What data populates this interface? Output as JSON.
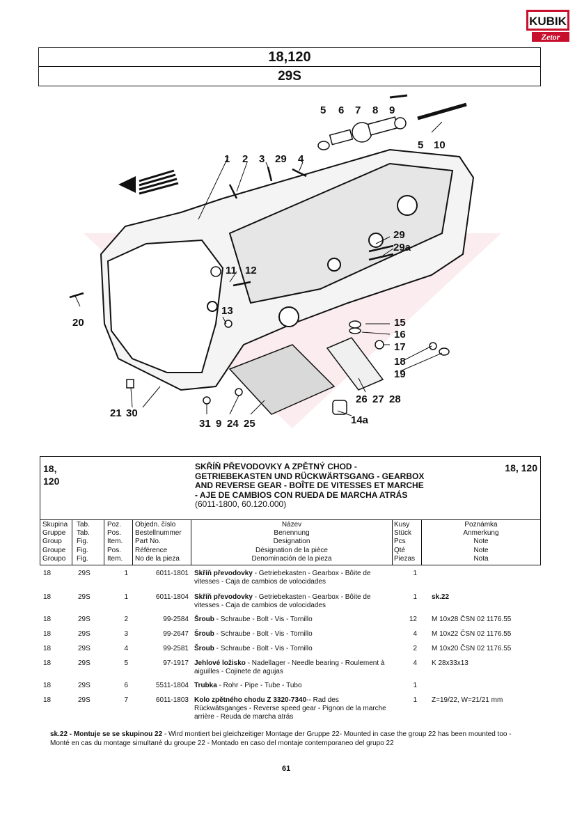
{
  "logo": {
    "top": "KUBIK",
    "bottom": "Zetor"
  },
  "header": {
    "line1": "18,120",
    "line2": "29S"
  },
  "diagram": {
    "callouts": [
      "5",
      "6",
      "7",
      "8",
      "9",
      "5",
      "10",
      "1",
      "2",
      "3",
      "29",
      "4",
      "29",
      "29a",
      "11",
      "12",
      "13",
      "20",
      "15",
      "16",
      "17",
      "18",
      "19",
      "26",
      "27",
      "28",
      "14a",
      "21",
      "30",
      "31",
      "9",
      "24",
      "25"
    ]
  },
  "group": {
    "number": "18,\n120",
    "page_ref": "18, 120"
  },
  "title": {
    "bold": "SKŘÍŇ PŘEVODOVKY A ZPĚTNÝ CHOD - GETRIEBEKASTEN UND RÜCKWÄRTSGANG - GEARBOX AND REVERSE GEAR - BOÎTE DE VITESSES ET MARCHE - AJE DE CAMBIOS CON RUEDA DE MARCHA ATRÁS",
    "normal": " (6011-1800, 60.120.000)"
  },
  "columns": {
    "skupina": [
      "Skupina",
      "Gruppe",
      "Group",
      "Groupe",
      "Groupo"
    ],
    "tab": [
      "Tab.",
      "Tab.",
      "Fig.",
      "Fig.",
      "Fig."
    ],
    "poz": [
      "Poz.",
      "Pos.",
      "Item.",
      "Pos.",
      "Item."
    ],
    "cislo": [
      "Objedn. číslo",
      "Bestellnummer",
      "Part No.",
      "Référence",
      "No de la pieza"
    ],
    "nazev": [
      "Název",
      "Benennung",
      "Designation",
      "Désignation de la pièce",
      "Denominación de la pieza"
    ],
    "kusy": [
      "Kusy",
      "Stück",
      "Pcs",
      "Qté",
      "Piezas"
    ],
    "poznamka": [
      "Poznámka",
      "Anmerkung",
      "Note",
      "Note",
      "Nota"
    ]
  },
  "rows": [
    {
      "sk": "18",
      "tab": "29S",
      "poz": "1",
      "part": "6011-1801",
      "name_b": "Skříň převodovky",
      "name": " - Getriebekasten - Gearbox - Bôite de vitesses - Caja de cambios de volocidades",
      "qty": "1",
      "note": ""
    },
    {
      "sk": "18",
      "tab": "29S",
      "poz": "1",
      "part": "6011-1804",
      "name_b": "Skříň převodovky",
      "name": " - Getriebekasten - Gearbox - Bôite de vitesses - Caja de cambios de volocidades",
      "qty": "1",
      "note": "sk.22"
    },
    {
      "sk": "18",
      "tab": "29S",
      "poz": "2",
      "part": "99-2584",
      "name_b": "Šroub",
      "name": " - Schraube - Bolt - Vis - Tornillo",
      "qty": "12",
      "note": "M 10x28 ČSN 02 1176.55"
    },
    {
      "sk": "18",
      "tab": "29S",
      "poz": "3",
      "part": "99-2647",
      "name_b": "Šroub",
      "name": " - Schraube - Bolt - Vis - Tornillo",
      "qty": "4",
      "note": "M 10x22 ČSN 02 1176.55"
    },
    {
      "sk": "18",
      "tab": "29S",
      "poz": "4",
      "part": "99-2581",
      "name_b": "Šroub",
      "name": " - Schraube - Bolt - Vis - Tornillo",
      "qty": "2",
      "note": "M 10x20 ČSN 02 1176.55"
    },
    {
      "sk": "18",
      "tab": "29S",
      "poz": "5",
      "part": "97-1917",
      "name_b": "Jehlové ložisko",
      "name": " - Nadellager - Needle bearing - Roulement à aiguilles - Cojinete de agujas",
      "qty": "4",
      "note": "K 28x33x13"
    },
    {
      "sk": "18",
      "tab": "29S",
      "poz": "6",
      "part": "5511-1804",
      "name_b": "Trubka",
      "name": " - Rohr - Pipe - Tube - Tubo",
      "qty": "1",
      "note": ""
    },
    {
      "sk": "18",
      "tab": "29S",
      "poz": "7",
      "part": "6011-1803",
      "name_b": "Kolo zpětného chodu Z 3320-7340",
      "name": "-- Rad des Rückwätsganges - Reverse speed gear - Pignon de la marche arrière - Reuda de marcha atrás",
      "qty": "1",
      "note": "Z=19/22, W=21/21 mm"
    }
  ],
  "footnote": {
    "bold": "sk.22 - Montuje se se skupinou 22",
    "text": " - Wird montiert bei gleichzeitiger Montage der Gruppe 22- Mounted in case the group 22 has been mounted too - Monté en cas du montage simultané du groupe 22 - Montado en caso del montaje contemporaneo del grupo 22"
  },
  "page_number": "61"
}
